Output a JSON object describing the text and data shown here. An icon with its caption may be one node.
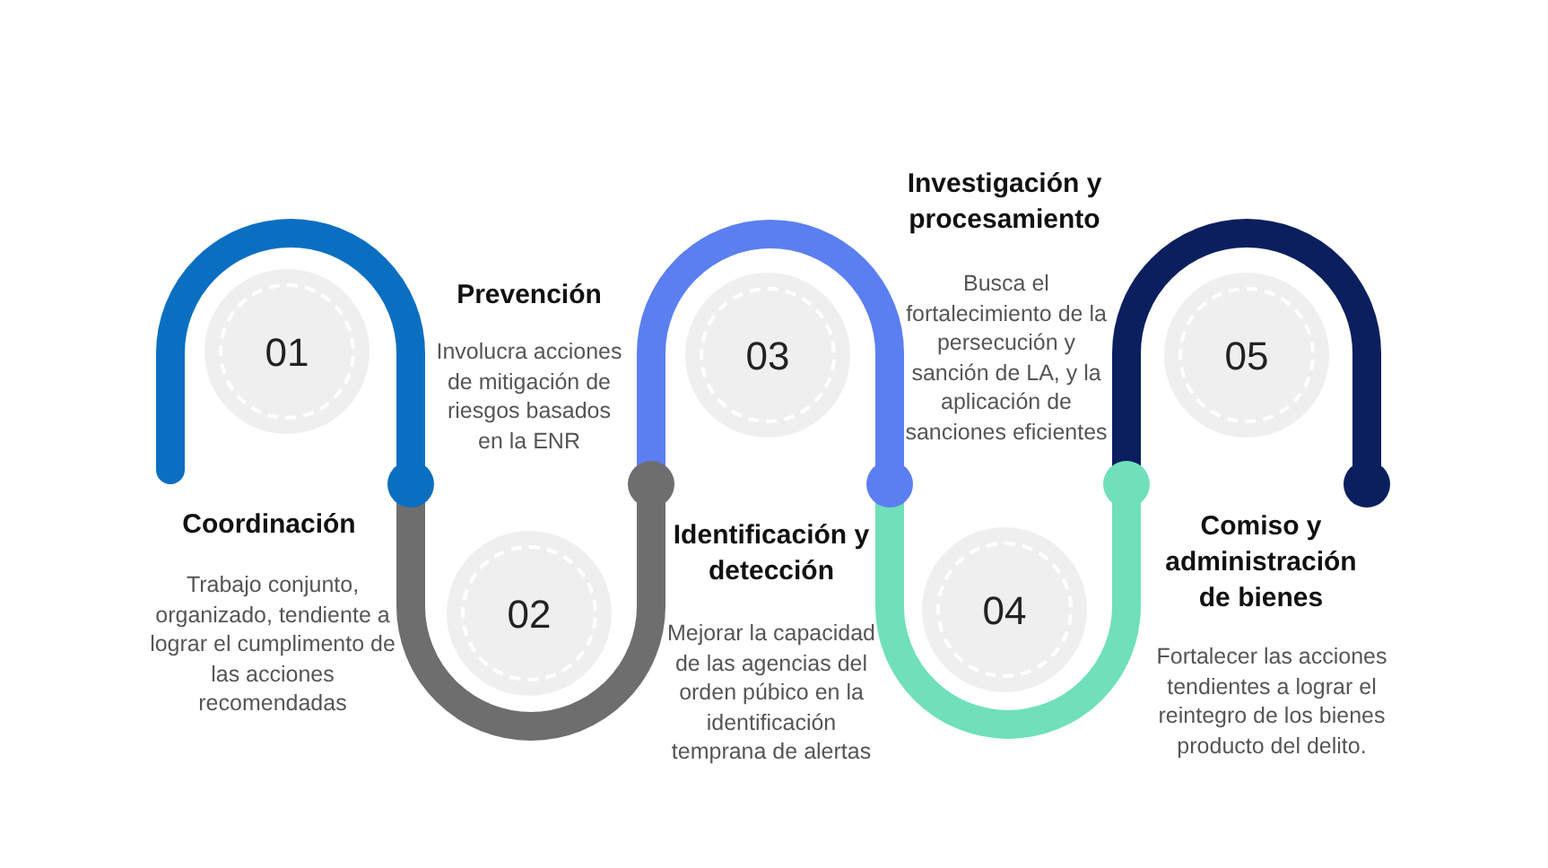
{
  "diagram": {
    "nodes": [
      {
        "text": [
          "01"
        ],
        "beside": [
          "Coordinación",
          "Trabajo conjunto, organizado, tendiente a lograr el cumplimento de las acciones recomendadas"
        ]
      },
      {
        "text": [
          "02"
        ],
        "beside": [
          "Prevención",
          "Involucra acciones de mitigación de riesgos basados en la ENR"
        ]
      },
      {
        "text": [
          "03"
        ],
        "beside": [
          "Identificación y detección",
          "Mejorar la capacidad de las agencias del orden púbico en la identificación temprana de alertas"
        ]
      },
      {
        "text": [
          "04"
        ],
        "beside": [
          "Investigación y procesamiento",
          "Busca el fortalecimiento de la persecución y sanción de LA, y la aplicación de sanciones eficientes"
        ]
      },
      {
        "text": [
          "05"
        ],
        "beside": [
          "Comiso y administración de bienes",
          "Fortalecer las acciones tendientes a lograr el reintegro de los bienes producto del delito."
        ]
      }
    ]
  }
}
